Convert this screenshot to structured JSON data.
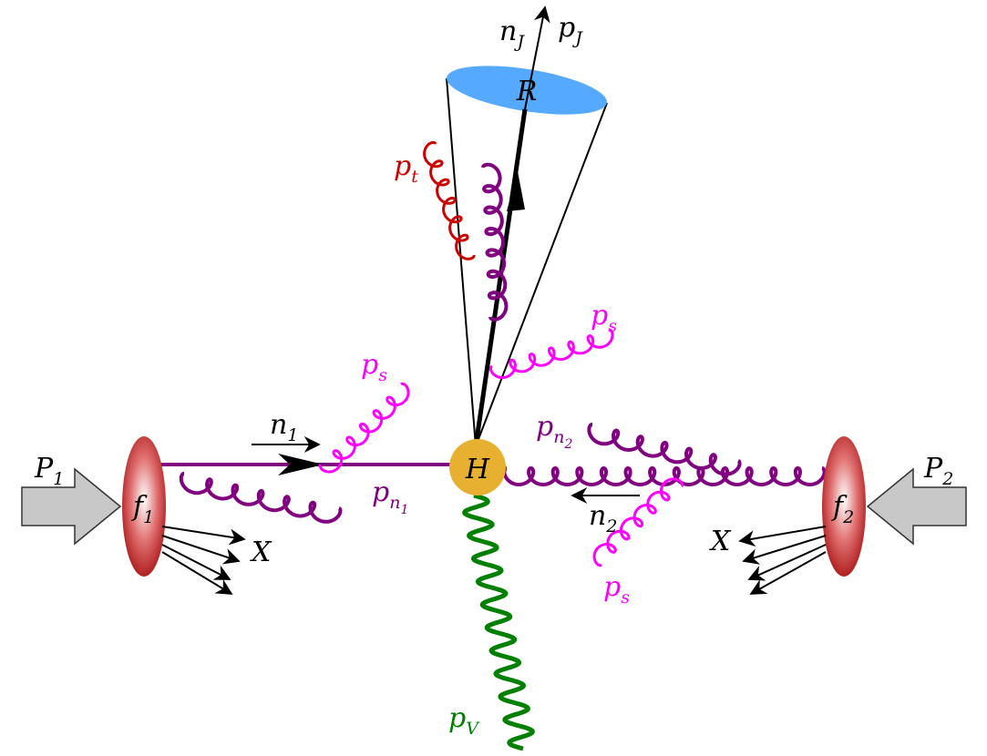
{
  "colors": {
    "quark": "#800080",
    "gluon_purple": "#800080",
    "gluon_magenta": "#ff00ff",
    "gluon_red": "#cc0000",
    "boson": "#008000",
    "jet_disk": "#55aaff",
    "hard_vertex": "#e8b030",
    "pdf_blob": "#cc3333",
    "proton_arrow": "#c8c8c8",
    "black": "#000000"
  },
  "labels": {
    "nJ": {
      "main": "n",
      "sub": "J"
    },
    "pJ": {
      "main": "p",
      "sub": "J"
    },
    "R": "R",
    "pt": {
      "main": "p",
      "sub": "t"
    },
    "ps_top": {
      "main": "p",
      "sub": "s"
    },
    "ps_left": {
      "main": "p",
      "sub": "s"
    },
    "ps_bottom": {
      "main": "p",
      "sub": "s"
    },
    "n1": {
      "main": "n",
      "sub": "1"
    },
    "pn1": {
      "main": "p",
      "sub": "n",
      "subsub": "1"
    },
    "pn2": {
      "main": "p",
      "sub": "n",
      "subsub": "2"
    },
    "n2": {
      "main": "n",
      "sub": "2"
    },
    "H": "H",
    "P1": {
      "main": "P",
      "sub": "1"
    },
    "P2": {
      "main": "P",
      "sub": "2"
    },
    "f1": {
      "main": "f",
      "sub": "1"
    },
    "f2": {
      "main": "f",
      "sub": "2"
    },
    "X_left": "X",
    "X_right": "X",
    "pV": {
      "main": "p",
      "sub": "V"
    }
  }
}
